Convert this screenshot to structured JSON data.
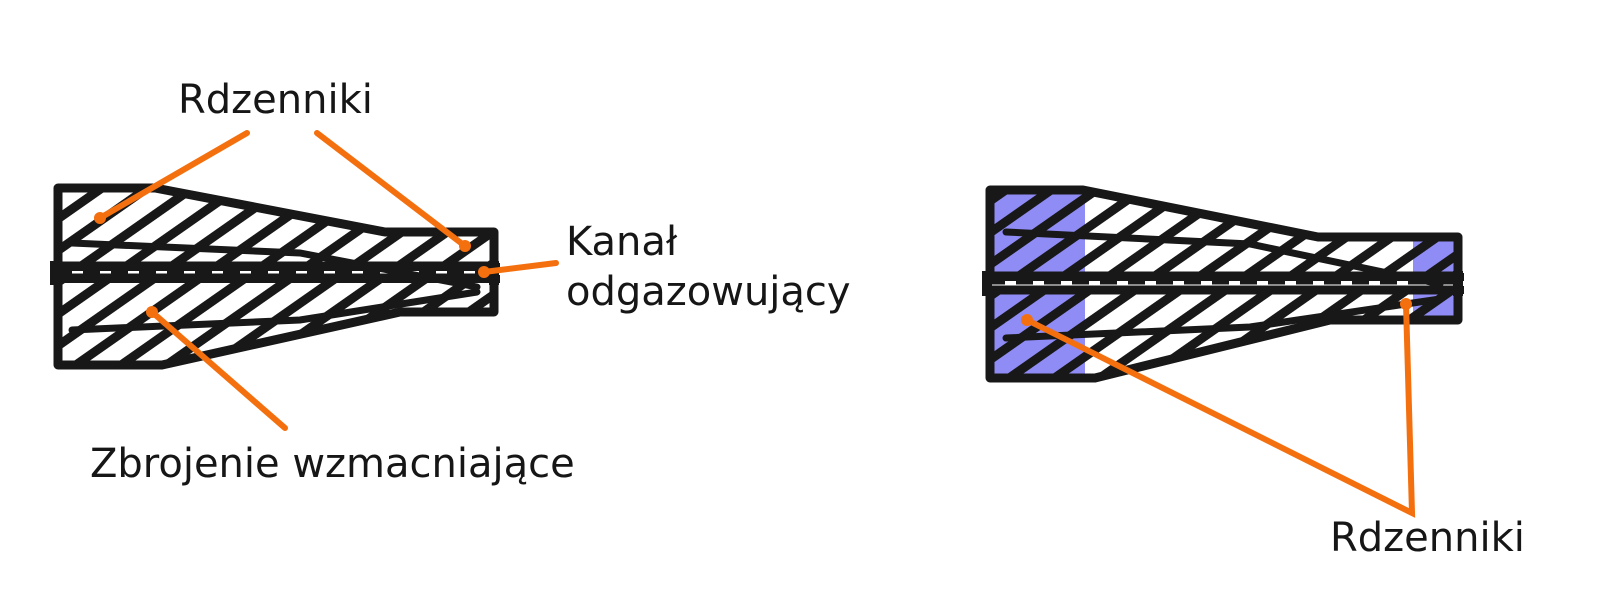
{
  "figure": {
    "kind": "technical-cross-section-diagram",
    "title_visible": false,
    "background_color": "#ffffff",
    "leader_color": "#f4700f",
    "outline_color": "#181818",
    "hatch_color": "#181818",
    "core_print_fill": "#8f8cf6",
    "sand_fill": "#ffffff",
    "language": "pl"
  },
  "labels": {
    "top_left": "Rdzenniki",
    "right_upper_line1": "Kanał",
    "right_upper_line2": "odgazowujący",
    "bottom_left": "Zbrojenie wzmacniające",
    "bottom_right": "Rdzenniki"
  },
  "views": [
    {
      "id": "left-view",
      "name": "core-without-core-prints-highlighted",
      "core_prints_shaded": false,
      "callouts": [
        "Rdzenniki",
        "Kanał odgazowujący",
        "Zbrojenie wzmacniające"
      ]
    },
    {
      "id": "right-view",
      "name": "core-with-core-prints-highlighted",
      "core_prints_shaded": true,
      "core_print_count": 2,
      "callouts": [
        "Rdzenniki"
      ]
    }
  ],
  "annotations": [
    {
      "id": "a1",
      "text": "Rdzenniki",
      "view": "left-view",
      "points": 2
    },
    {
      "id": "a2",
      "text": "Kanał odgazowujący",
      "view": "left-view",
      "points": 1
    },
    {
      "id": "a3",
      "text": "Zbrojenie wzmacniające",
      "view": "left-view",
      "points": 1
    },
    {
      "id": "a4",
      "text": "Rdzenniki",
      "view": "right-view",
      "points": 2
    }
  ]
}
